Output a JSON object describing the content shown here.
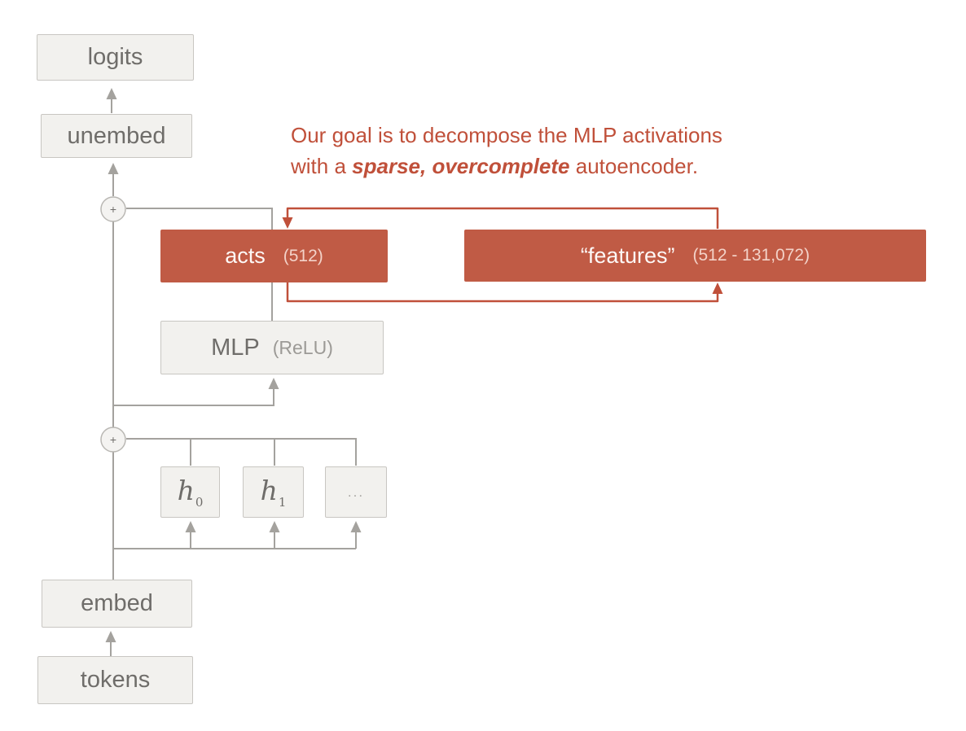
{
  "colors": {
    "accent_fill": "#c05b45",
    "accent_stroke": "#c0503a",
    "node_fill": "#f2f1ee",
    "node_border": "#c8c6c2",
    "node_text": "#6f6d6a",
    "secondary_text": "#9c9a96",
    "line_gray": "#a4a29e",
    "background": "#ffffff"
  },
  "annotation": {
    "line1": "Our goal is to decompose the MLP activations",
    "line2_prefix": "with a ",
    "line2_emphasis": "sparse, overcomplete",
    "line2_suffix": " autoencoder."
  },
  "nodes": {
    "logits": {
      "label": "logits"
    },
    "unembed": {
      "label": "unembed"
    },
    "acts": {
      "label": "acts",
      "dims": "(512)"
    },
    "features": {
      "label": "“features”",
      "dims": "(512 - 131,072)"
    },
    "mlp": {
      "label": "MLP",
      "activation": "(ReLU)"
    },
    "h0": {
      "base": "h",
      "sub": "0"
    },
    "h1": {
      "base": "h",
      "sub": "1"
    },
    "h_more": {
      "label": "..."
    },
    "embed": {
      "label": "embed"
    },
    "tokens": {
      "label": "tokens"
    }
  },
  "icons": {
    "plus": "+"
  }
}
